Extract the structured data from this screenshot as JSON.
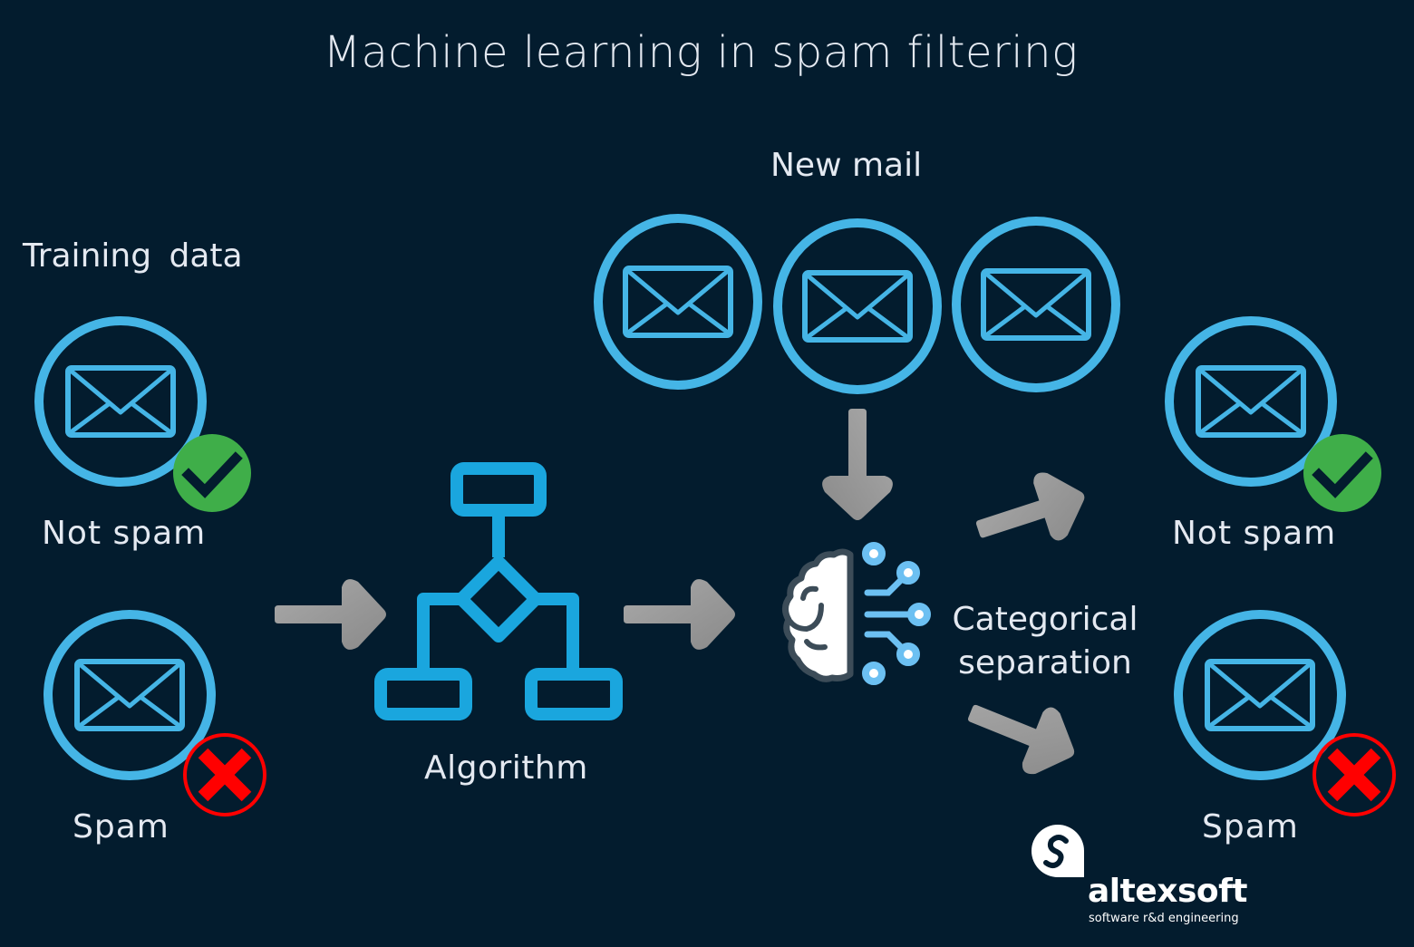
{
  "title": "Machine learning in spam filtering",
  "sections": {
    "training_data": "Training  data",
    "new_mail": "New mail",
    "algorithm": "Algorithm",
    "categorical_separation": "Categorical separation"
  },
  "training": {
    "not_spam_label": "Not spam",
    "spam_label": "Spam"
  },
  "results": {
    "not_spam_label": "Not spam",
    "spam_label": "Spam"
  },
  "icons": {
    "mail": "envelope-icon",
    "ok": "check-badge-icon",
    "bad": "x-badge-icon",
    "algorithm": "flowchart-icon",
    "model": "ai-brain-icon",
    "arrow": "arrow-icon"
  },
  "colors": {
    "background": "#031c2e",
    "accent_blue": "#45b5e6",
    "flowchart_blue": "#1aa6de",
    "check_green": "#3fae49",
    "cross_red": "#ff0000",
    "arrow_gray": "#9d9d9d",
    "text": "#e4e9f1"
  },
  "brand": {
    "name": "altexsoft",
    "tagline": "software r&d engineering"
  }
}
